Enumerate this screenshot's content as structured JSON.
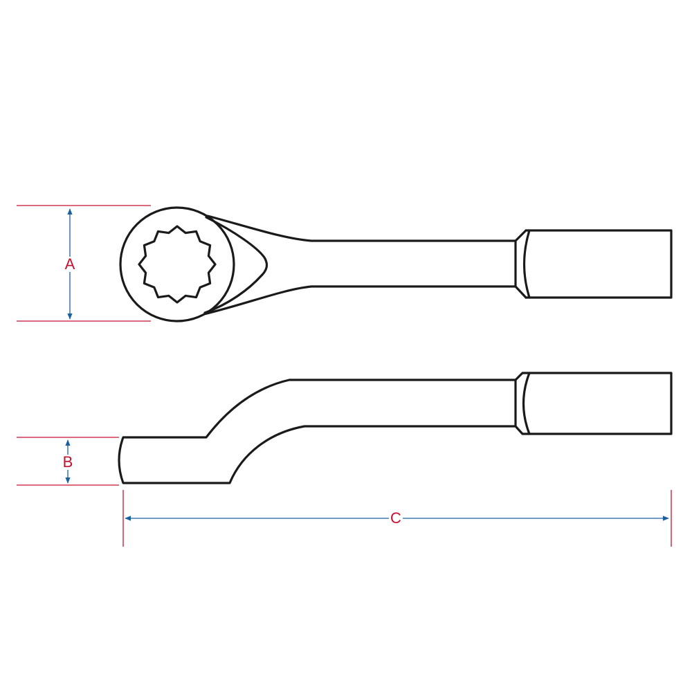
{
  "dimensions": {
    "a_label": "A",
    "b_label": "B",
    "c_label": "C"
  },
  "colors": {
    "outline": "#1a1a1a",
    "extension_line": "#c8102e",
    "dimension_arrow": "#1a5fa0",
    "label": "#c8102e"
  }
}
